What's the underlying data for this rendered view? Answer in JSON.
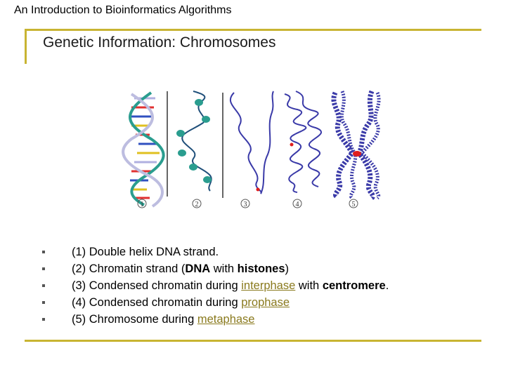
{
  "header": {
    "course": "An Introduction to Bioinformatics Algorithms"
  },
  "slide": {
    "title": "Genetic Information: Chromosomes",
    "figure": {
      "labels": [
        "1",
        "2",
        "3",
        "4",
        "5"
      ]
    },
    "items": [
      {
        "n": "(1)",
        "t1": "Double helix DNA strand."
      },
      {
        "n": "(2)",
        "t1": "Chromatin strand (",
        "b1": "DNA",
        "t2": " with ",
        "b2": "histones",
        "t3": ")"
      },
      {
        "n": "(3)",
        "t1": "Condensed chromatin during ",
        "link": "interphase",
        "t2": " with ",
        "b1": "centromere",
        "t3": "."
      },
      {
        "n": "(4)",
        "t1": "Condensed chromatin during ",
        "link": "prophase"
      },
      {
        "n": "(5)",
        "t1": "Chromosome during ",
        "link": "metaphase"
      }
    ]
  },
  "colors": {
    "accent": "#c8b432",
    "link": "#8a7a1e",
    "helix": "#2a9d8f",
    "chromosome": "#3a3aa8",
    "centromere": "#e01e1e"
  }
}
